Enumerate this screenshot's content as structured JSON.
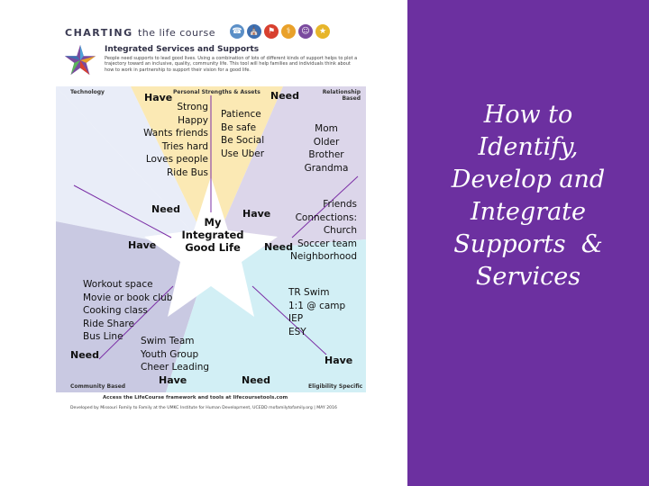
{
  "slide_title": [
    "How to",
    "Identify,",
    "Develop and",
    "Integrate",
    "Supports  &",
    "Services"
  ],
  "colors": {
    "panel": "#6c30a0",
    "personal": "#fbe9b4",
    "relationship": "#dcd6ea",
    "technology": "#e9edf8",
    "community": "#c9c9e2",
    "eligibility": "#d2eff5",
    "have_need_line": "#7b2fa6"
  },
  "document": {
    "brand_bold": "CHARTING",
    "brand_light": "the life course",
    "heading": "Integrated Services and Supports",
    "description": "People need supports to lead good lives. Using a combination of lots of different kinds of support helps to plot a trajectory toward an inclusive, quality, community life. This tool will help families and individuals think about how to work in partnership to support their vision for a good life.",
    "sections": {
      "technology": "Technology",
      "personal": "Personal Strengths & Assets",
      "relationship": "Relationship Based",
      "community": "Community Based",
      "eligibility": "Eligibility Specific"
    },
    "center": [
      "My",
      "Integrated",
      "Good Life"
    ],
    "personal_have": [
      "Strong",
      "Happy",
      "Wants friends",
      "Tries hard",
      "Loves people",
      "Ride Bus"
    ],
    "personal_need": [
      "Patience",
      "Be safe",
      "Be Social",
      "Use Uber"
    ],
    "relationship_have": [
      "Mom",
      "Older",
      "Brother",
      "Grandma"
    ],
    "relationship_need": [
      "Friends",
      "Connections:",
      "Church",
      "Soccer team",
      "Neighborhood"
    ],
    "community_need": [
      "Workout space",
      "Movie or book club",
      "Cooking class",
      "Ride Share",
      "Bus Line"
    ],
    "community_have": [
      "Swim Team",
      "Youth Group",
      "Cheer Leading"
    ],
    "eligibility_have": [
      "TR Swim",
      "1:1 @ camp",
      "IEP",
      "ESY"
    ],
    "labels": {
      "have": "Have",
      "need": "Need"
    },
    "footer_line1": "Access the LifeCourse framework and tools at lifecoursetools.com",
    "footer_line2": "Developed by Missouri Family to Family at the UMKC Institute for Human Development, UCEDD  mofamilytofamily.org  |  MAY 2016"
  }
}
